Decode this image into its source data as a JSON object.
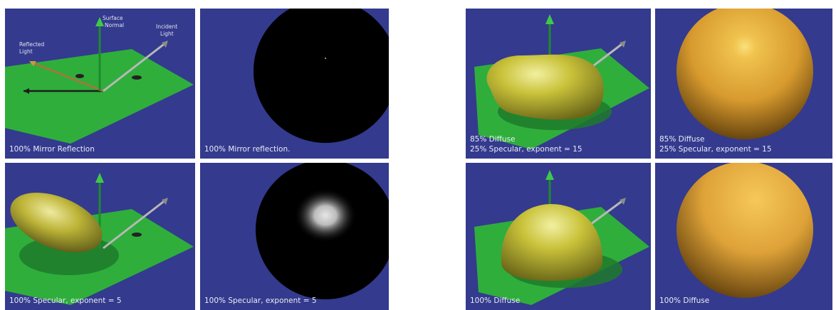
{
  "left_group": {
    "top_row": {
      "scene": {
        "label_normal_1": "Surface",
        "label_normal_2": "Normal",
        "label_incident_1": "Incident",
        "label_incident_2": "Light",
        "label_reflected_1": "Reflected",
        "label_reflected_2": "Light",
        "caption": "100% Mirror Reflection"
      },
      "sphere": {
        "caption": "100% Mirror reflection."
      }
    },
    "bottom_row": {
      "scene": {
        "caption": "100% Specular, exponent = 5"
      },
      "sphere": {
        "caption": "100% Specular, exponent = 5"
      }
    }
  },
  "right_group": {
    "top_row": {
      "scene": {
        "caption_line1": "85% Diffuse",
        "caption_line2": "25% Specular, exponent = 15"
      },
      "sphere": {
        "caption_line1": "85% Diffuse",
        "caption_line2": "25% Specular, exponent = 15"
      }
    },
    "bottom_row": {
      "scene": {
        "caption": "100% Diffuse"
      },
      "sphere": {
        "caption": "100% Diffuse"
      }
    }
  },
  "colors": {
    "background": "#343a8e",
    "ground": "#2fae3c",
    "normal_arrow": "#1f8a2e",
    "yellow_lobe": "#c8c23a",
    "gold_sphere": "#e0a93a"
  }
}
